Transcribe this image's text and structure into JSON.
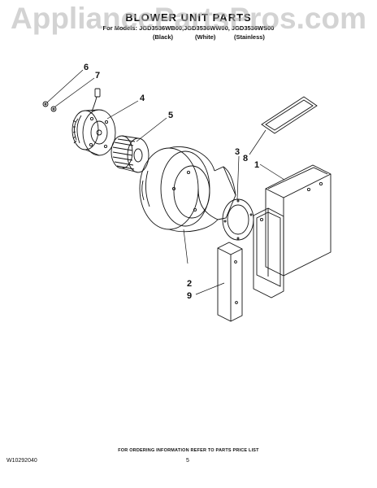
{
  "watermark": "AppliancePartsPros.com",
  "header": {
    "title": "BLOWER UNIT PARTS",
    "models_line": "For Models: JGD3536WB00,JGD3536WW00, JGD3536WS00",
    "colors": [
      "(Black)",
      "(White)",
      "(Stainless)"
    ]
  },
  "callouts": {
    "c1": "1",
    "c2": "2",
    "c3": "3",
    "c4": "4",
    "c5": "5",
    "c6": "6",
    "c7": "7",
    "c8": "8",
    "c9": "9"
  },
  "footer": {
    "note": "FOR ORDERING INFORMATION REFER TO PARTS PRICE LIST",
    "doc_number": "W10292040",
    "page_number": "5"
  }
}
